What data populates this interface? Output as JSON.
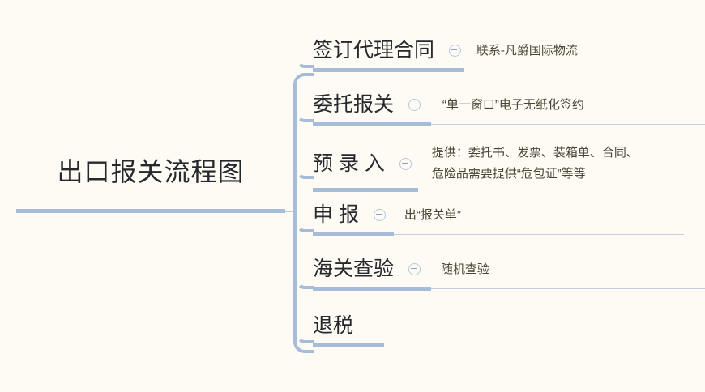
{
  "diagram": {
    "type": "mindmap",
    "background_color": "#fdfbf3",
    "line_color": "#a7bcd9",
    "title_color": "#25282c",
    "child_text_color": "#4a4336",
    "root": {
      "label": "出口报关流程图"
    },
    "branches": [
      {
        "title": "签订代理合同",
        "collapse_icon": "minus-circle-icon",
        "has_collapse_icon": true,
        "child": "联系-凡爵国际物流",
        "underline_thick_width": 186,
        "underline_thin_width": 382
      },
      {
        "title": "委托报关",
        "collapse_icon": "minus-circle-icon",
        "has_collapse_icon": true,
        "child": "“单一窗口”电子无纸化签约",
        "underline_thick_width": 146,
        "underline_thin_width": 400
      },
      {
        "title": "预 录 入",
        "collapse_icon": "minus-circle-icon",
        "has_collapse_icon": true,
        "child": "提供：委托书、发票、装箱单、合同、\n危险品需要提供“危包证”等等",
        "underline_thick_width": 130,
        "underline_thin_width": 474
      },
      {
        "title": "申 报",
        "collapse_icon": "minus-circle-icon",
        "has_collapse_icon": true,
        "child": "出“报关单”",
        "underline_thick_width": 100,
        "underline_thin_width": 358
      },
      {
        "title": "海关查验",
        "collapse_icon": "minus-circle-icon",
        "has_collapse_icon": true,
        "child": "随机查验",
        "underline_thick_width": 146,
        "underline_thin_width": 388
      },
      {
        "title": "退税",
        "collapse_icon": "",
        "has_collapse_icon": false,
        "child": "",
        "underline_thick_width": 88,
        "underline_thin_width": 0
      }
    ]
  }
}
